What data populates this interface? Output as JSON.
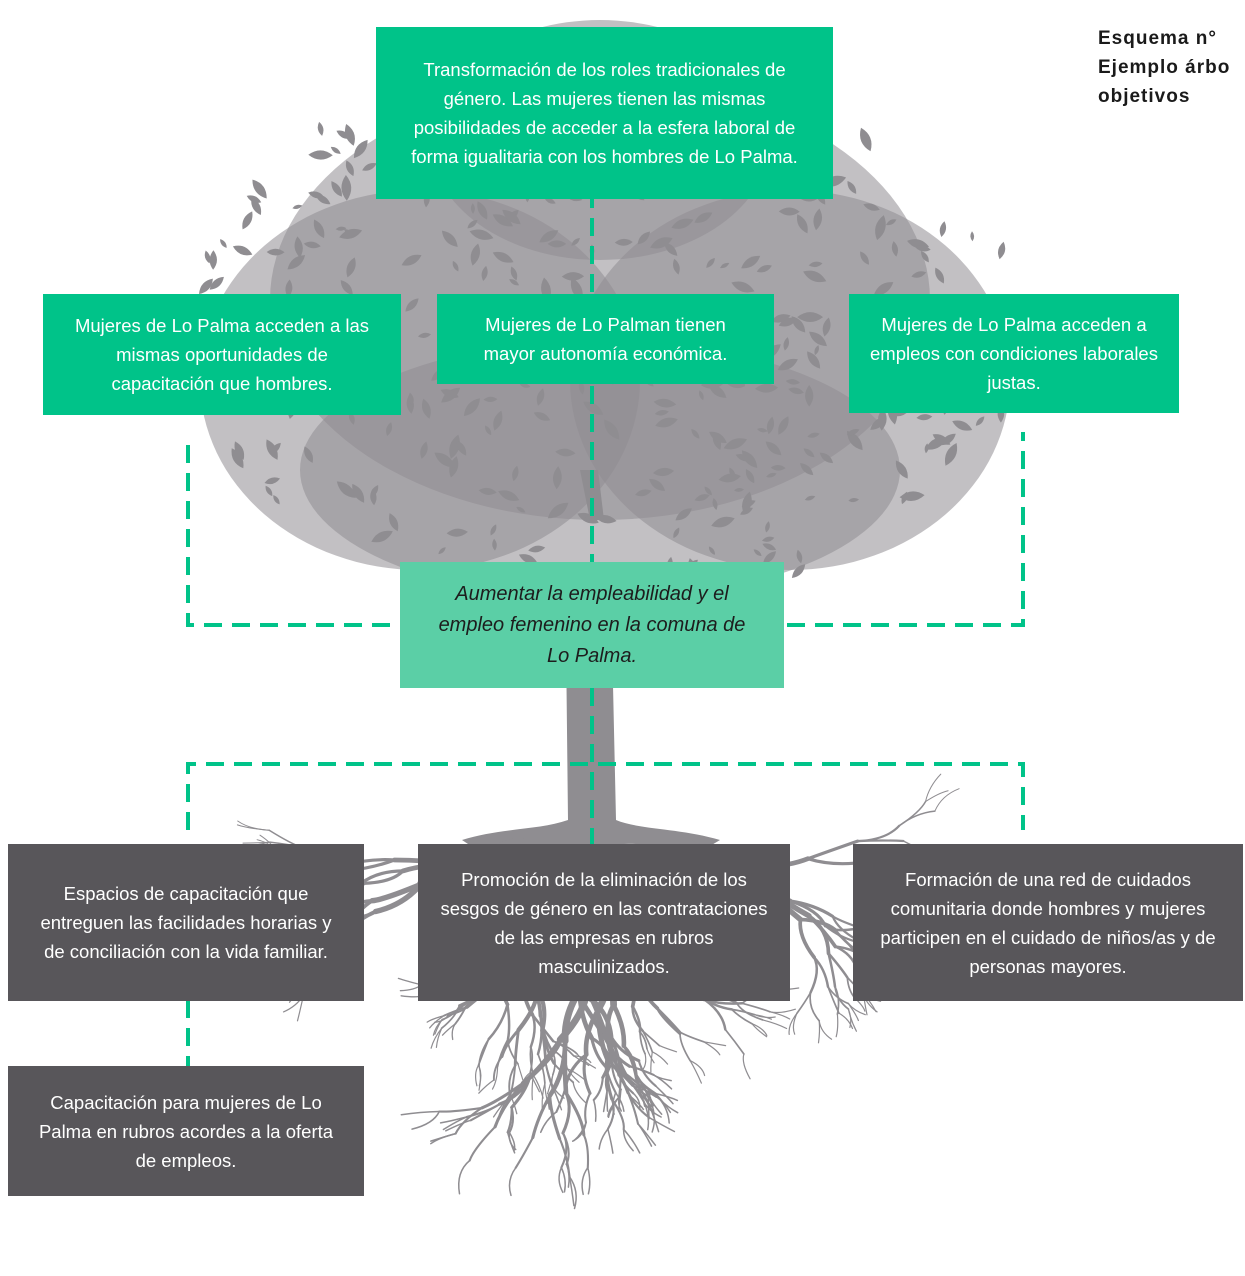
{
  "title": {
    "line1": "Esquema n°",
    "line2": "Ejemplo árbo",
    "line3": "objetivos"
  },
  "colors": {
    "ends_green": "#00c389",
    "objective_green": "#5bcfa6",
    "means_gray": "#58565a",
    "tree_gray": "#8f8d91",
    "connector": "#00c389"
  },
  "ends": {
    "top": "Transformación de los roles tradicionales de género. Las mujeres tienen las mismas posibilidades de acceder a la esfera laboral de forma igualitaria con los hombres de Lo Palma.",
    "left": "Mujeres de Lo Palma acceden a las mismas oportunidades de capacitación que hombres.",
    "middle": "Mujeres de Lo Palman tienen mayor autonomía económica.",
    "right": "Mujeres de Lo Palma acceden a empleos con condiciones laborales justas."
  },
  "objective": "Aumentar la empleabilidad y el empleo femenino en la comuna de Lo Palma.",
  "means": {
    "left": "Espacios de capacitación que entreguen las facilidades horarias y de conciliación con la vida familiar.",
    "middle": "Promoción de la eliminación de los sesgos de género en las contrataciones de las empresas en rubros masculinizados.",
    "right": "Formación de una red de cuidados comunitaria donde hombres y mujeres participen en el cuidado de niños/as y de personas mayores.",
    "bottom": "Capacitación para mujeres de Lo Palma en rubros acordes a la oferta de empleos."
  }
}
